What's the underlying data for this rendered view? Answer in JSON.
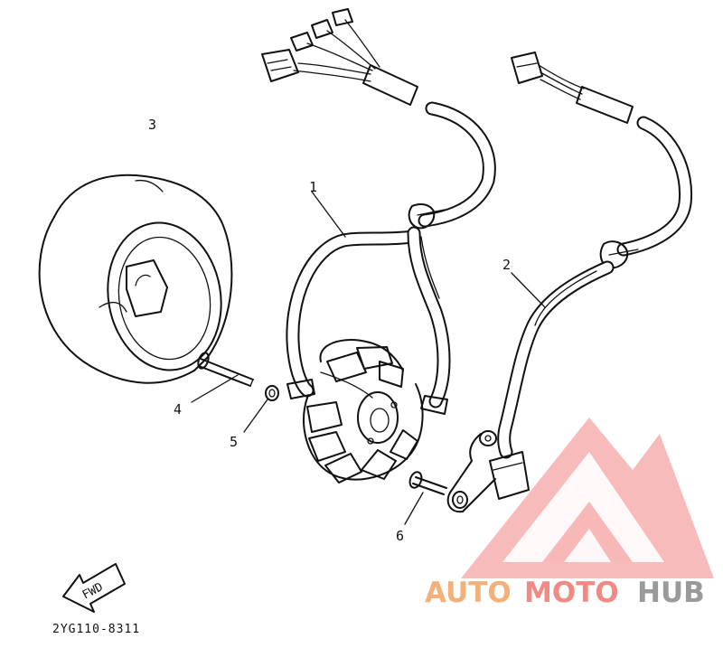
{
  "parts": {
    "p1": "1",
    "p2": "2",
    "p3": "3",
    "p4": "4",
    "p5": "5",
    "p6": "6"
  },
  "fwd_label": "FWD",
  "drawing_code": "2YG110-8311",
  "watermark": {
    "part_auto": "AUTO",
    "part_moto": "MOTO",
    "part_hub": "HUB",
    "color_auto": "#f3b07a",
    "color_moto": "#ef8a84",
    "color_hub": "#9a9a9a",
    "logo_color": "#ee6e6e"
  }
}
